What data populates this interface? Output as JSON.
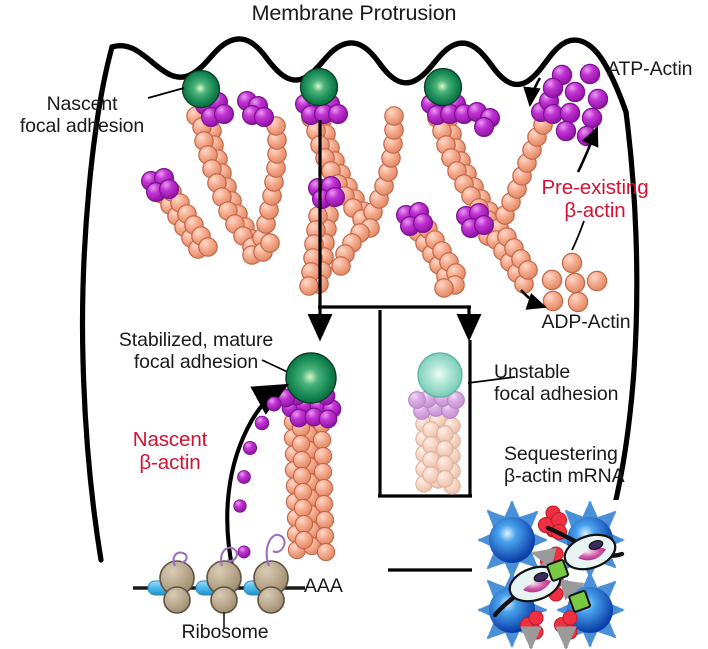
{
  "figure": {
    "title": "Membrane Protrusion",
    "domain": "cell-biology-schematic"
  },
  "labels": {
    "membrane_protrusion": "Membrane Protrusion",
    "nascent_focal_adhesion": "Nascent\nfocal adhesion",
    "atp_actin": "ATP-Actin",
    "pre_existing_beta_actin": "Pre-existing\nβ-actin",
    "adp_actin": "ADP-Actin",
    "stabilized_mature_focal_adhesion": "Stabilized, mature\nfocal adhesion",
    "nascent_beta_actin": "Nascent\nβ-actin",
    "unstable_focal_adhesion": "Unstable\nfocal adhesion",
    "sequestering_beta_actin_mrna": "Sequestering\nβ-actin mRNA",
    "ribosome": "Ribosome",
    "poly_a_tail": "AAA"
  },
  "colors": {
    "actin_pre_existing": "#f3a88b",
    "actin_pre_existing_dark": "#d4745a",
    "actin_pre_existing_pale": "#f7d4c4",
    "actin_nascent_purple": "#c22ed0",
    "actin_nascent_purple_dark": "#8d1a9c",
    "actin_nascent_pale": "#d9a8e0",
    "focal_adhesion_stable": "#0f8a54",
    "focal_adhesion_stable_dark": "#0a5c38",
    "focal_adhesion_unstable": "#7fd3bd",
    "membrane_line": "#000000",
    "red_text": "#d31233",
    "body_text": "#1a1a1a",
    "mrna_line": "#1a1a1a",
    "ribosome_body": "#b9a88c",
    "ribosome_blue": "#5fc4ef",
    "nascent_peptide": "#9b6fc4",
    "zbp_sphere": "#1565d8",
    "zbp_sphere_light": "#7fc2f7",
    "mrna_red": "#f03040",
    "mrna_green": "#7ac943",
    "mrna_pink": "#d94fa0",
    "mrna_arrow_blue": "#4a90d9",
    "mrna_gray": "#9a9a9a"
  },
  "structures": {
    "membrane_waves": 4,
    "nascent_adhesion_count": 3,
    "atp_actin_monomers": 9,
    "adp_actin_monomers": 6,
    "branched_filaments": 4,
    "ribosomes": 3,
    "nascent_actin_trail_dots": 6,
    "zbp_spheres": 4
  }
}
